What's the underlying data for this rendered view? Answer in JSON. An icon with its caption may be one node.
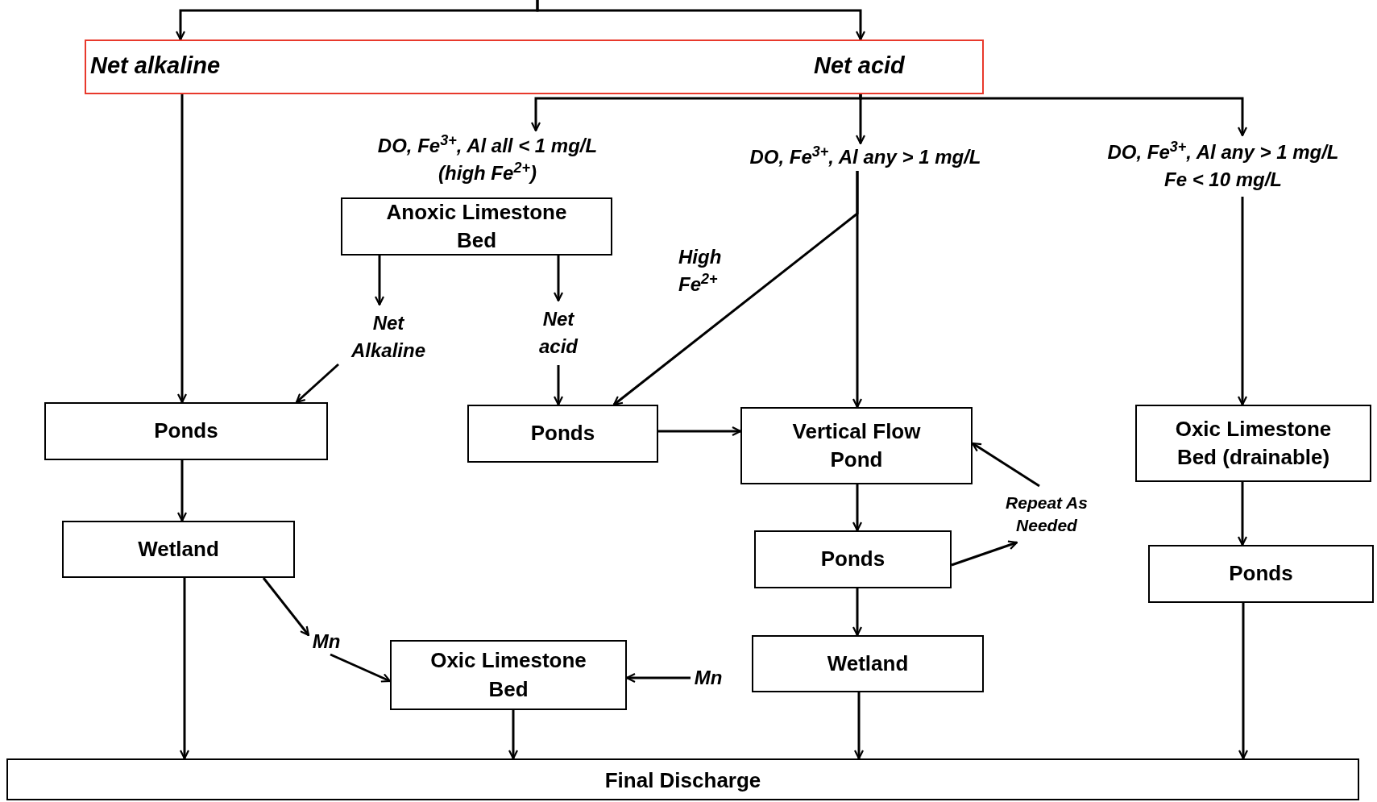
{
  "diagram": {
    "nodes": [
      {
        "text": [],
        "shape": "box"
      },
      {
        "text": [
          "Net alkaline"
        ],
        "in": 0
      },
      {
        "text": [
          "Net acid"
        ],
        "in": 0
      },
      {
        "text": [
          "DO, Fe$^{3+}$, Al all < 1 mg/L (high Fe$^{2+}$)"
        ]
      },
      {
        "text": [
          "DO, Fe$^{3+}$, Al any > 1 mg/L"
        ]
      },
      {
        "text": [
          "DO, Fe$^{3+}$, Al any > 1 mg/L Fe < 10 mg/L"
        ]
      },
      {
        "text": [
          "Anoxic Limestone Bed"
        ]
      },
      {
        "text": [
          "Net Alkaline"
        ]
      },
      {
        "text": [
          "Net acid"
        ]
      },
      {
        "text": [
          "Ponds"
        ]
      },
      {
        "text": [
          "Ponds"
        ]
      },
      {
        "text": [
          "Vertical Flow Pond"
        ]
      },
      {
        "text": [
          "Oxic Limestone Bed (drainable)"
        ]
      },
      {
        "text": [
          "Wetland"
        ]
      },
      {
        "text": [
          "Ponds"
        ]
      },
      {
        "text": [
          "Repeat As Needed"
        ]
      },
      {
        "text": [
          "Ponds"
        ]
      },
      {
        "text": [
          "Mn"
        ]
      },
      {
        "text": [
          "Oxic Limestone Bed"
        ]
      },
      {
        "text": [
          "Wetland"
        ]
      },
      {
        "text": [
          "Mn"
        ]
      },
      {
        "text": [
          "Final Discharge"
        ]
      }
    ],
    "edges": [
      {
        "from": null,
        "to": 1,
        "arrow": "to"
      },
      {
        "from": null,
        "to": 2,
        "arrow": "to"
      },
      {
        "from": 2,
        "to": 3,
        "arrow": "to"
      },
      {
        "from": 2,
        "to": 4,
        "arrow": "to"
      },
      {
        "from": 2,
        "to": 5,
        "arrow": "to"
      },
      {
        "from": 6,
        "to": 7,
        "arrow": "to"
      },
      {
        "from": 6,
        "to": 8,
        "arrow": "to"
      },
      {
        "from": 1,
        "to": 9,
        "arrow": "to"
      },
      {
        "from": 7,
        "to": 9,
        "arrow": "to"
      },
      {
        "from": 8,
        "to": 10,
        "arrow": "to"
      },
      {
        "from": 4,
        "to": 10,
        "arrow": "to",
        "label": "High Fe$^{2+}$"
      },
      {
        "from": 4,
        "to": 11,
        "arrow": "to"
      },
      {
        "from": 5,
        "to": 12,
        "arrow": "to"
      },
      {
        "from": 10,
        "to": 11,
        "arrow": "to"
      },
      {
        "from": 9,
        "to": 13,
        "arrow": "to"
      },
      {
        "from": 11,
        "to": 14,
        "arrow": "to"
      },
      {
        "from": 14,
        "to": 15,
        "arrow": "to"
      },
      {
        "from": 15,
        "to": 11,
        "arrow": "to"
      },
      {
        "from": 12,
        "to": 16,
        "arrow": "to"
      },
      {
        "from": 13,
        "to": 17,
        "arrow": "to"
      },
      {
        "from": 17,
        "to": 18,
        "arrow": "to"
      },
      {
        "from": 20,
        "to": 18,
        "arrow": "to"
      },
      {
        "from": 14,
        "to": 19,
        "arrow": "to"
      },
      {
        "from": 13,
        "to": 21,
        "arrow": "to"
      },
      {
        "from": 18,
        "to": 21,
        "arrow": "to"
      },
      {
        "from": 19,
        "to": 21,
        "arrow": "to"
      },
      {
        "from": 16,
        "to": 21,
        "arrow": "to"
      }
    ]
  }
}
